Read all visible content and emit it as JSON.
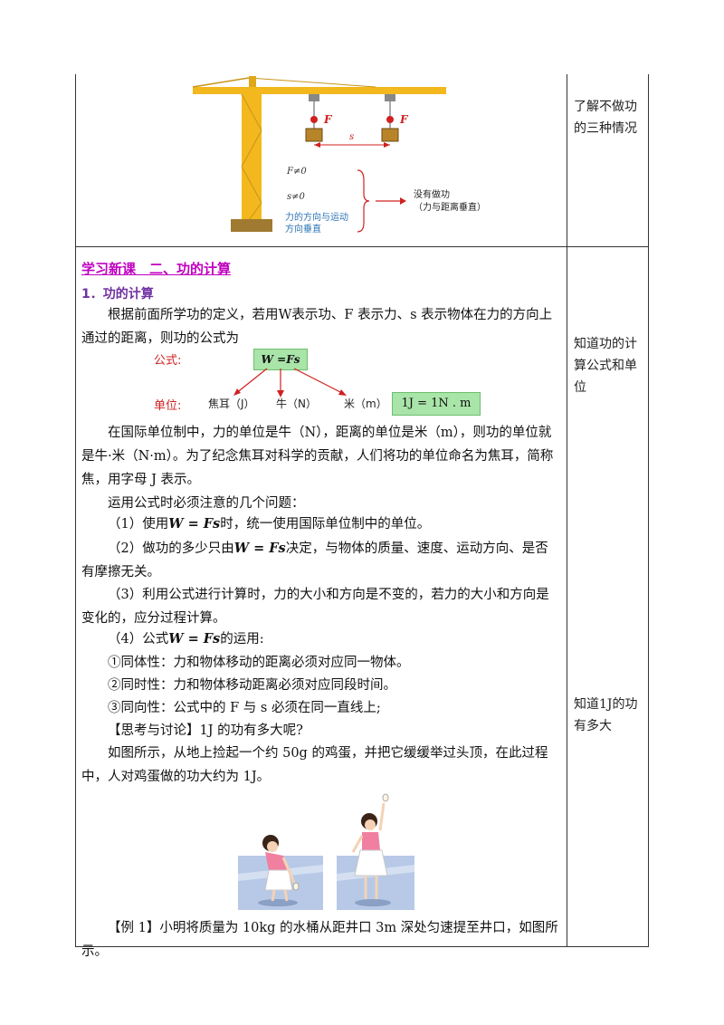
{
  "crane_figure": {
    "force_label_left": "F",
    "force_label_right": "F",
    "distance_label": "s",
    "cond1": "F≠0",
    "cond2": "s≠0",
    "cond3_line1": "力的方向与运动",
    "cond3_line2": "方向垂直",
    "result_line1": "没有做功",
    "result_line2": "（力与距离垂直）"
  },
  "side_notes": {
    "note1": "了解不做功的三种情况",
    "note2": "知道功的计算公式和单位",
    "note3": "知道1J的功有多大"
  },
  "section": {
    "heading": "学习新课　二、功的计算",
    "subheading": "1．功的计算",
    "intro": "根据前面所学功的定义，若用W表示功、F 表示力、s 表示物体在力的方向上通过的距离，则功的公式为"
  },
  "formula_diagram": {
    "formula_label": "公式:",
    "formula": "W =Fs",
    "unit_label": "单位:",
    "unit_joule": "焦耳（J）",
    "unit_newton": "牛（N）",
    "unit_meter": "米（m）",
    "unit_relation": "1J = 1N . m"
  },
  "paragraphs": {
    "units": "在国际单位制中，力的单位是牛（N），距离的单位是米（m），则功的单位就是牛·米（N·m）。为了纪念焦耳对科学的贡献，人们将功的单位命名为焦耳，简称焦，用字母 J 表示。",
    "notes_title": "运用公式时必须注意的几个问题：",
    "note1_pre": "（1）使用",
    "note1_formula": "W = Fs",
    "note1_post": "时，统一使用国际单位制中的单位。",
    "note2_pre": "（2）做功的多少只由",
    "note2_formula": "W = Fs",
    "note2_post": "决定，与物体的质量、速度、运动方向、是否有摩擦无关。",
    "note3": "（3）利用公式进行计算时，力的大小和方向是不变的，若力的大小和方向是变化的，应分过程计算。",
    "note4_pre": "（4）公式",
    "note4_formula": "W = Fs",
    "note4_post": "的运用:",
    "sub1": "①同体性：力和物体移动的距离必须对应同一物体。",
    "sub2": "②同时性：力和物体移动距离必须对应同段时间。",
    "sub3": "③同向性：公式中的 F 与 s 必须在同一直线上;",
    "think": "【思考与讨论】1J 的功有多大呢?",
    "egg": "如图所示，从地上捡起一个约 50g 的鸡蛋，并把它缓缓举过头顶，在此过程中，人对鸡蛋做的功大约为 1J。",
    "example": "【例 1】小明将质量为 10kg 的水桶从距井口 3m 深处匀速提至井口，如图所示。"
  }
}
